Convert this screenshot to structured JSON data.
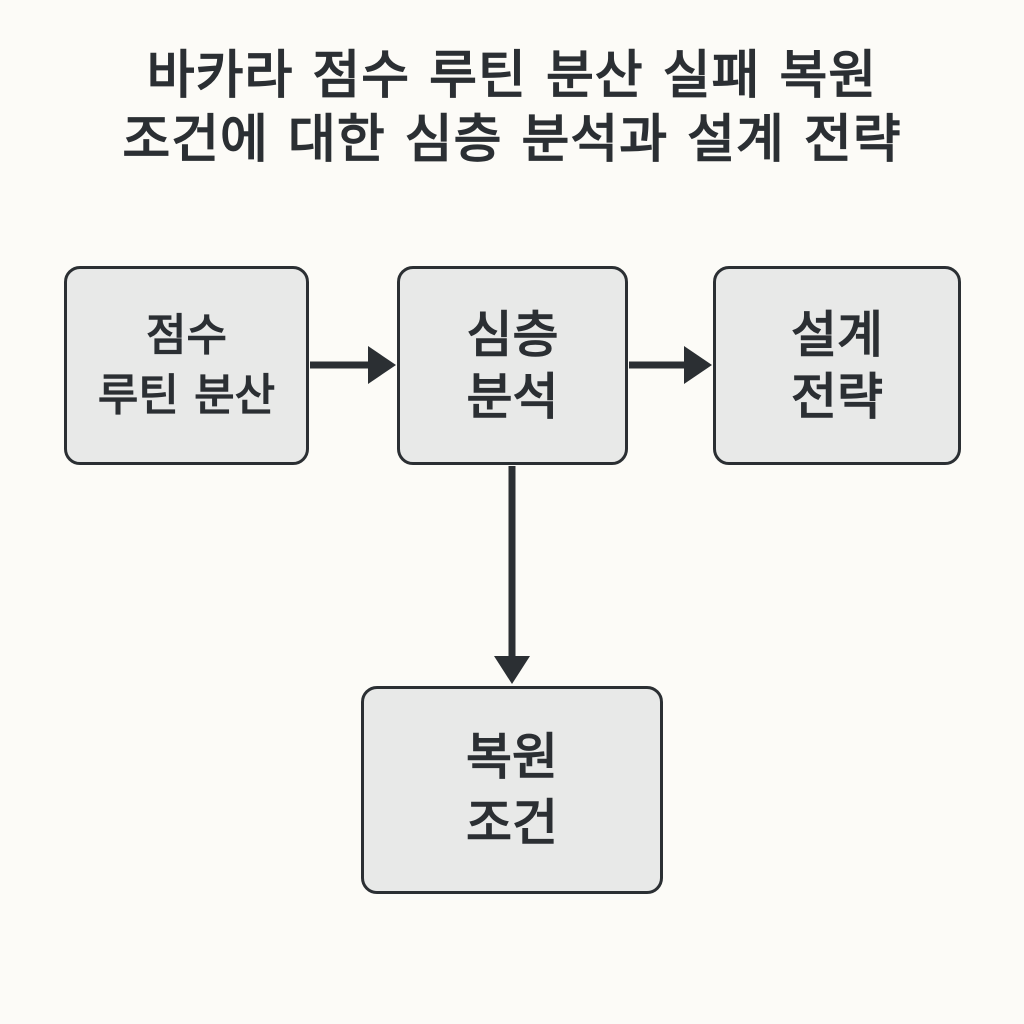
{
  "title": {
    "line1": "바카라 점수 루틴 분산 실패 복원",
    "line2": "조건에 대한 심층 분석과 설계 전략"
  },
  "nodes": {
    "score_routine": {
      "line1": "점수",
      "line2": "루틴 분산"
    },
    "deep_analysis": {
      "line1": "심층",
      "line2": "분석"
    },
    "design_strategy": {
      "line1": "설계",
      "line2": "전략"
    },
    "recovery_condition": {
      "line1": "복원",
      "line2": "조건"
    }
  },
  "colors": {
    "background": "#fcfbf7",
    "box_fill": "#e8e9e8",
    "stroke": "#2b2f33"
  }
}
